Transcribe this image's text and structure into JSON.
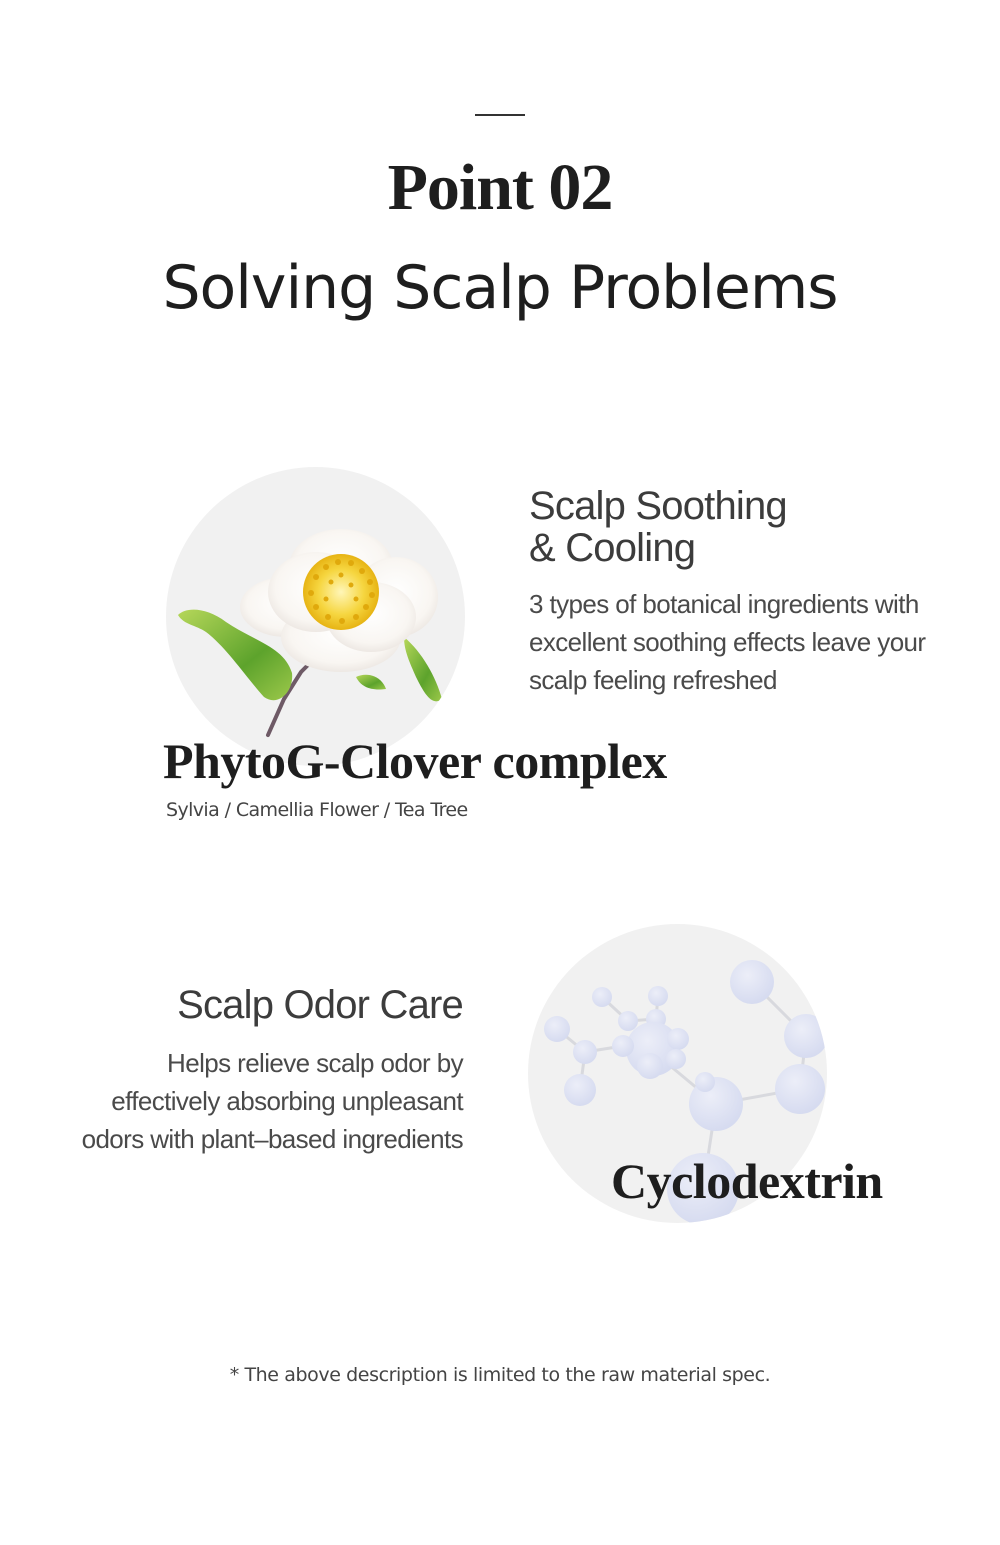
{
  "header": {
    "point_label": "Point 02",
    "section_title": "Solving Scalp Problems"
  },
  "features": [
    {
      "title_lines": [
        "Scalp Soothing",
        "& Cooling"
      ],
      "body_lines": [
        "3 types of botanical ingredients with",
        "excellent soothing effects leave your",
        "scalp feeling refreshed"
      ],
      "ingredient": {
        "name": "PhytoG-Clover complex",
        "subtitle": "Sylvia / Camellia Flower / Tea Tree",
        "image_icon": "camellia-flower-icon"
      }
    },
    {
      "title_lines": [
        "Scalp Odor Care"
      ],
      "body_lines": [
        "Helps relieve scalp odor by",
        "effectively absorbing unpleasant",
        "odors with plant–based ingredients"
      ],
      "ingredient": {
        "name": "Cyclodextrin",
        "image_icon": "molecule-icon"
      }
    }
  ],
  "footnote": "* The above description is limited to the raw material spec.",
  "colors": {
    "background": "#ffffff",
    "circle_bg": "#f1f1f1",
    "heading": "#1e1e1e",
    "feature_title": "#3c3c3c",
    "body_text": "#4a4a4a",
    "molecule": "#dde1f2",
    "petal": "#fbf8f4",
    "stamen": "#f2c21a",
    "leaf": "#7fb83a"
  }
}
